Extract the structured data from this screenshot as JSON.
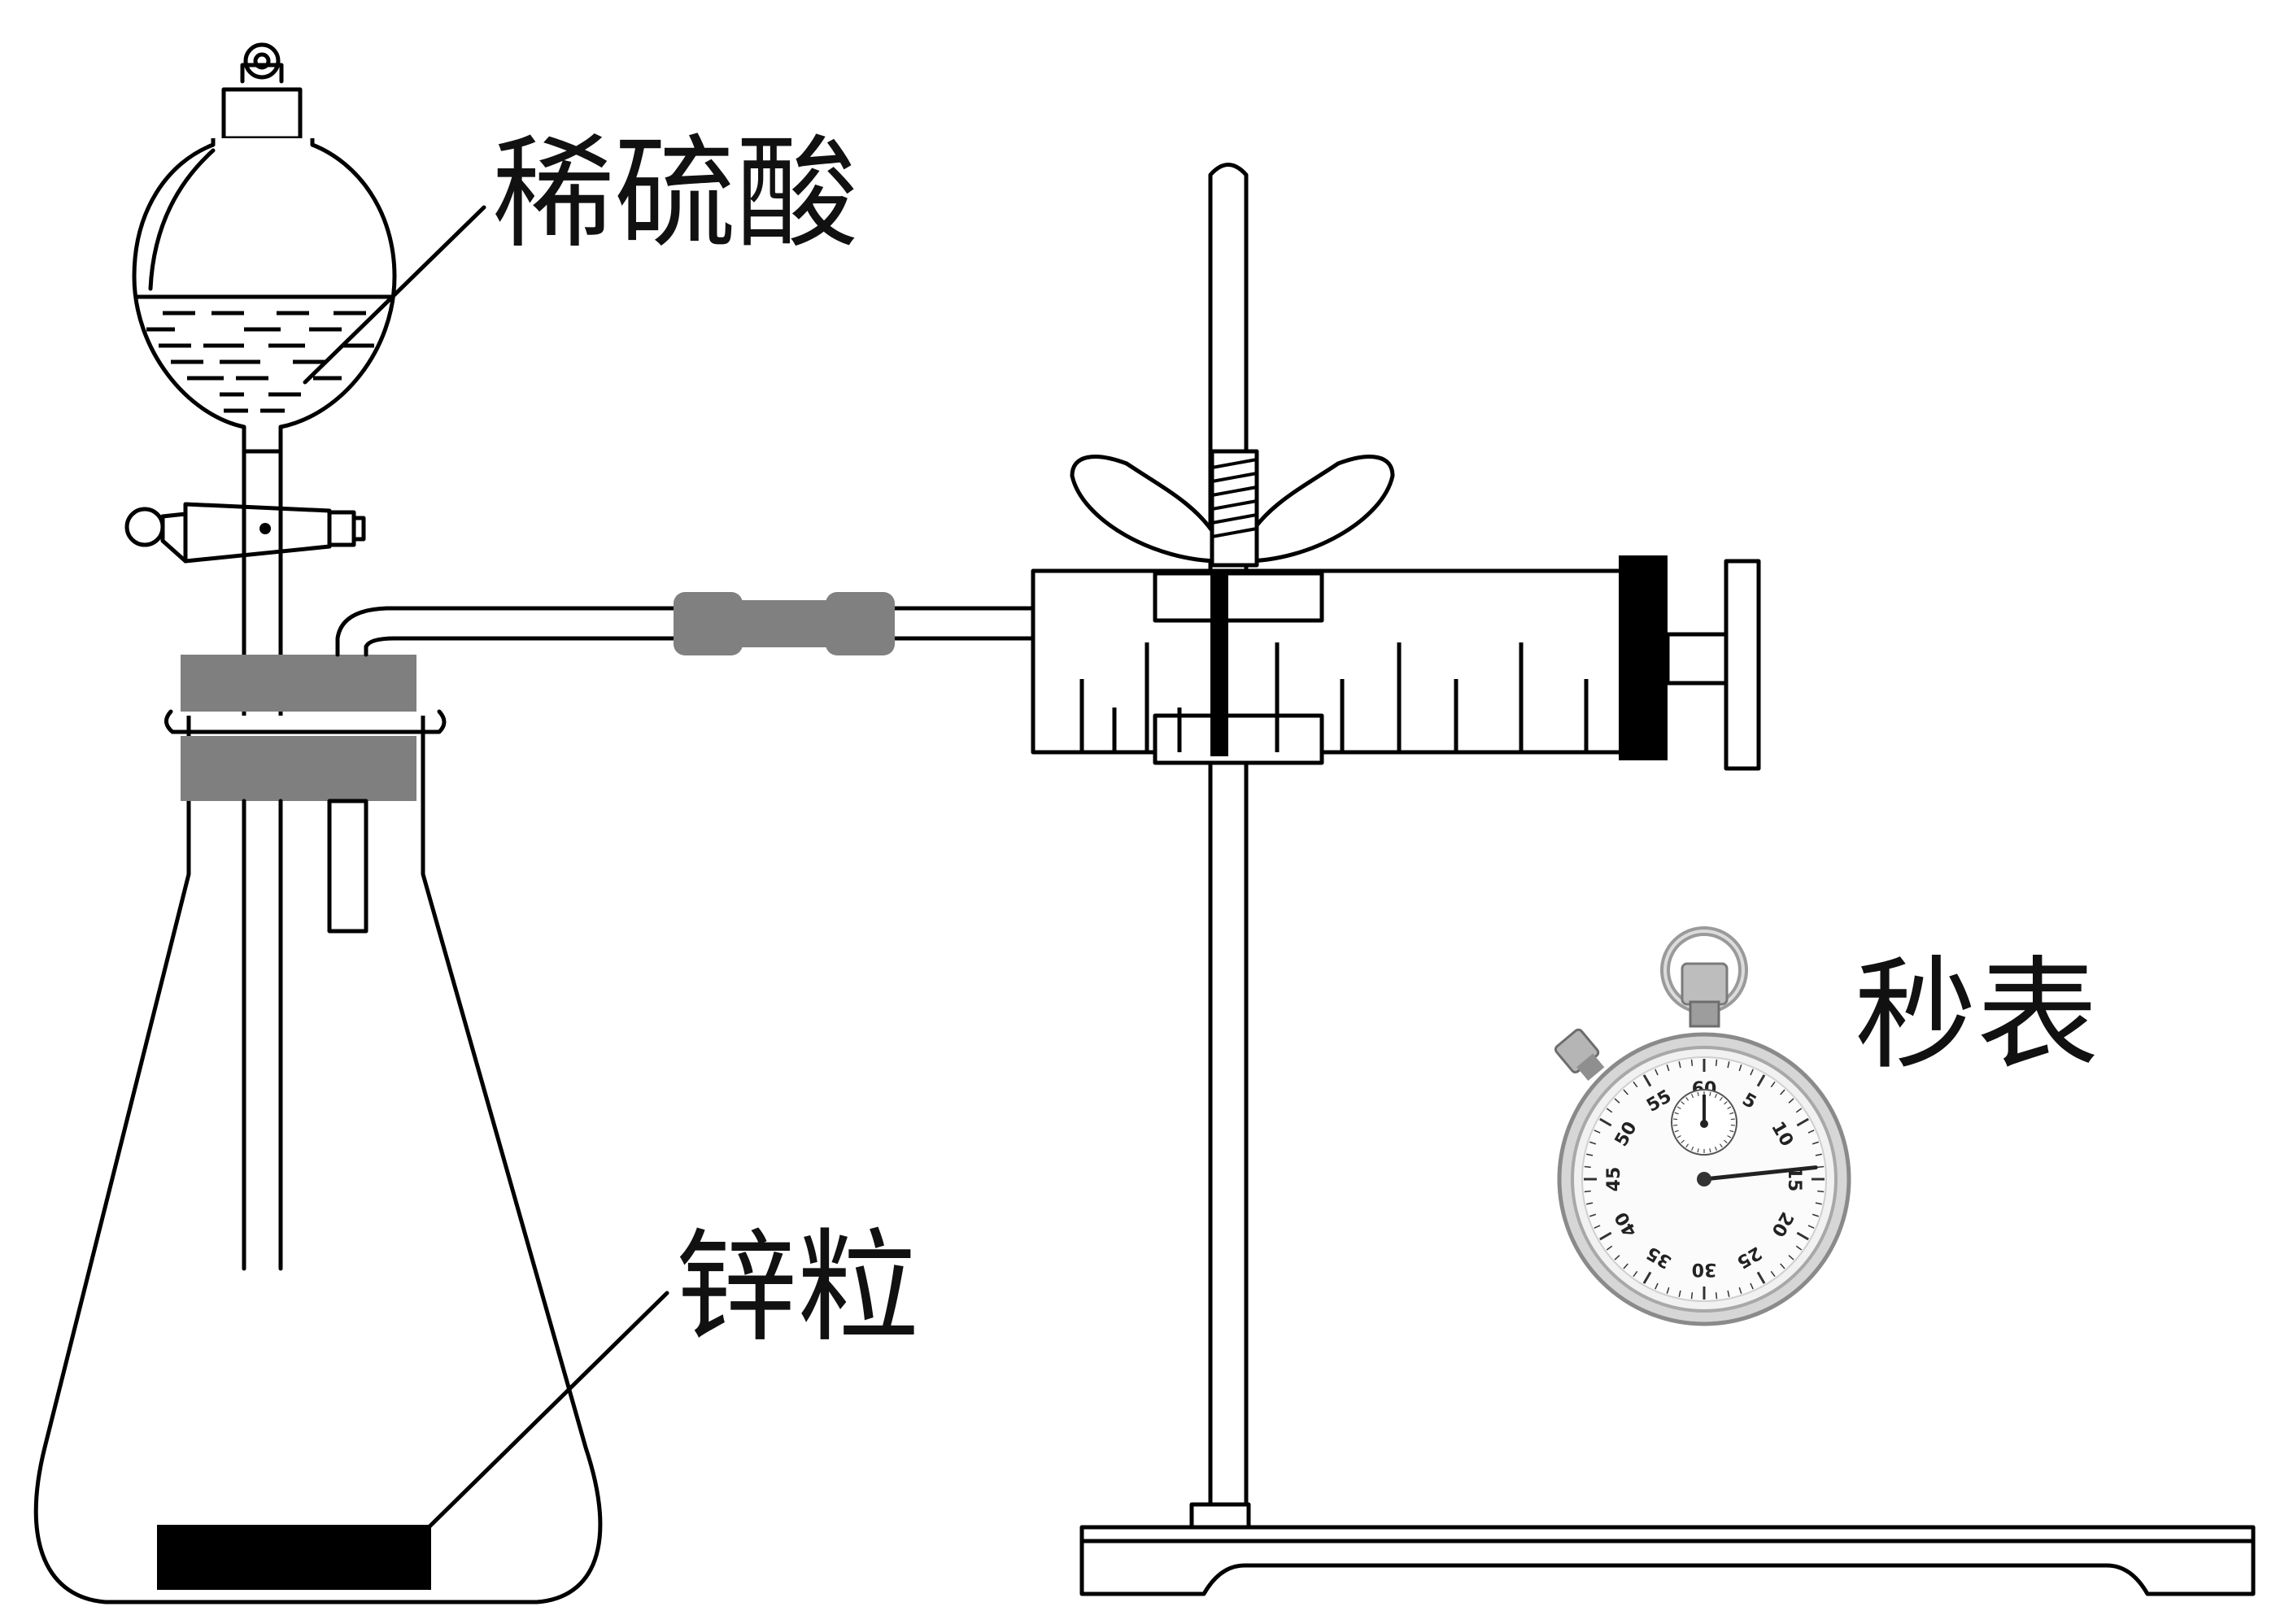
{
  "labels": {
    "acid": "稀硫酸",
    "zinc": "锌粒",
    "stopwatch": "秒表"
  },
  "stopwatch": {
    "dial_numbers": [
      "60",
      "5",
      "10",
      "15",
      "20",
      "25",
      "30",
      "35",
      "40",
      "45",
      "50",
      "55"
    ],
    "hand_seconds": 14
  },
  "colors": {
    "stopper": "#7f7f7f",
    "tube_connector": "#808080",
    "zinc": "#000000",
    "outline": "#000000"
  }
}
